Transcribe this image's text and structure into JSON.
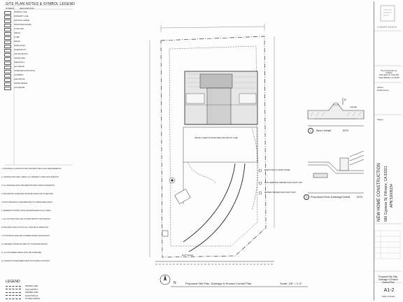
{
  "legend": {
    "title": "SITE PLAN NOTES & SYMBOL LEGEND",
    "col_symbol": "SYMBOL",
    "col_description": "DESCRIPTION",
    "rows": [
      {
        "sym": "",
        "desc": "SETBACK LINE"
      },
      {
        "sym": "",
        "desc": "PROPERTY LINE"
      },
      {
        "sym": "",
        "desc": "EXISTING GRADE"
      },
      {
        "sym": "",
        "desc": "PROPOSED GRADE"
      },
      {
        "sym": "",
        "desc": "FLOW LINE"
      },
      {
        "sym": "",
        "desc": "SWALE"
      },
      {
        "sym": "",
        "desc": "CURB"
      },
      {
        "sym": "",
        "desc": "FENCE"
      },
      {
        "sym": "",
        "desc": "DRAIN INLET"
      },
      {
        "sym": "",
        "desc": "DOWNSPOUT"
      },
      {
        "sym": "",
        "desc": "SPLASH BLOCK"
      },
      {
        "sym": "",
        "desc": "GRAVEL BAG"
      },
      {
        "sym": "",
        "desc": "FIBER ROLL"
      },
      {
        "sym": "",
        "desc": "SILT FENCE"
      },
      {
        "sym": "",
        "desc": "STABILIZED ENTRANCE"
      },
      {
        "sym": "",
        "desc": "PLUMBING"
      },
      {
        "sym": "",
        "desc": "ELECTRICAL"
      },
      {
        "sym": "",
        "desc": "WATER METER"
      },
      {
        "sym": "",
        "desc": "GAS METER"
      }
    ]
  },
  "legend2": {
    "title": "LEGEND",
    "rows": [
      "WATER LINE",
      "GAS SUPPLY",
      "SEWER LINE",
      "ELECTRICAL",
      "STORM DRAIN"
    ]
  },
  "notes": [
    "1. PROVIDE ALL CONSTRUCTION SITE BMPS PER LOCAL REQUIREMENTS.",
    "2. CONTRACTOR SHALL VERIFY ALL PROPERTY LINES AND SETBACKS.",
    "3. ALL DRAINAGE SHALL BE DIRECTED AWAY FROM FOUNDATION.",
    "4. PROVIDE 5% SLOPE AWAY FROM BUILDING FOR 10 FEET MIN.",
    "5. ROOF DRAINAGE TO BE DIRECTED TO LANDSCAPED AREAS.",
    "6. SEDIMENT CONTROL SHALL BE MAINTAINED AT ALL TIMES.",
    "7. ALL UTILITIES SHALL BE LOCATED PRIOR TO EXCAVATION.",
    "8. PROVIDE CLEAN-OUTS AT ALL CHANGES IN DIRECTION.",
    "9. STOCKPILES SHALL BE COVERED DURING RAIN EVENTS.",
    "10. DRIVEWAY APPROACH PER CITY STANDARD DETAILS.",
    "11. ALL DISTURBED AREAS SHALL BE STABILIZED.",
    "12. INSPECTION REQUIRED PRIOR TO POURING FOOTINGS."
  ],
  "title_block": {
    "brand": "COMPCODES",
    "firm_name": "The CompCodes inc.",
    "firm_lines": [
      "CoWork",
      "5431 State St. Suite 200",
      "Santa Barbara, CA 93150"
    ],
    "owner_label": "Owner",
    "owner_name": "Rocky Forey",
    "stamp_label": "Stamp",
    "project_title": "NEW HOME CONSTRUCTION",
    "address": "680 Cypress St, Fillmore, CA 93321",
    "apn": "APN 53009234",
    "sheet_title_1": "Proposed Site Plan,",
    "sheet_title_2": "Drainage & Erosion",
    "sheet_title_3": "Control Plan",
    "sheet_number": "A1-2",
    "scale_text": "Scale: As Noted"
  },
  "details": {
    "berm_label": "Berm Detail",
    "berm_scale": "NTS",
    "berm_no": "1",
    "drain_label": "Proposed Drive Drainage Detail",
    "drain_scale": "NTS",
    "drain_no": "2",
    "berm_dim": "6\"",
    "asphalt": "Asphalt"
  },
  "plan": {
    "north": "N",
    "title": "Proposed Site Plan, Drainage & Erosion Control Plan",
    "scale": "Scale: 1/8\" = 1'-0\"",
    "notes": [
      "DRAIN LINES PLACED BELOW FROST LINE",
      "ELECTRICAL MAIN PANEL",
      "GAS SERVICE METER AND SHUT-OFF",
      "WATER METER AND SHUT-OFF",
      "EXIT ROAD"
    ]
  }
}
